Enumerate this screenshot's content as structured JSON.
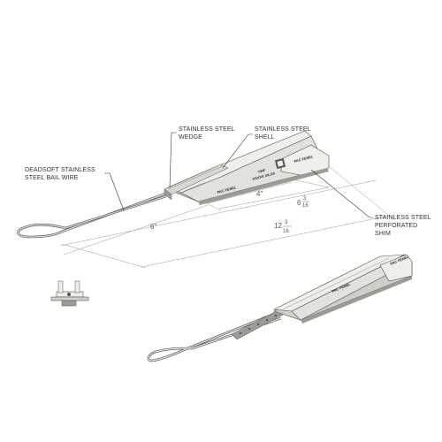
{
  "labels": {
    "wedge": [
      "STAINLESS STEEL",
      "WEDGE"
    ],
    "shell": [
      "STAINLESS STEEL",
      "SHELL"
    ],
    "bail_wire": [
      "DEADSOFT STAINLESS",
      "STEEL BAIL WIRE"
    ],
    "shim": [
      "STAINLESS STEEL",
      "PERFORATED",
      "SHIM"
    ]
  },
  "dimensions": {
    "six": "6\"",
    "four": "4\"",
    "six_frac": "6",
    "six_frac_num": "3",
    "six_frac_den": "16",
    "twelve": "12",
    "twelve_frac_num": "3",
    "twelve_frac_den": "16"
  },
  "stamps": {
    "brand_1": "PAC FENEL",
    "brand_2": "PAC FENEL",
    "brand_3": "PAC FENEL",
    "brand_4": "PAC FENEL",
    "model": "YWF",
    "code": "XXXXX XX.XX"
  },
  "colors": {
    "metal_light": "#eeeeea",
    "metal_mid": "#cfcfc9",
    "metal_dark": "#9c9c96",
    "outline": "#555555",
    "label_text": "#333333"
  }
}
